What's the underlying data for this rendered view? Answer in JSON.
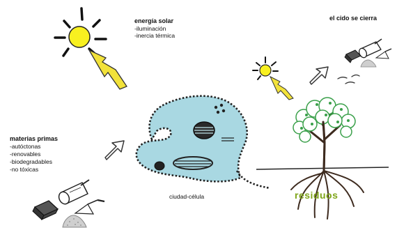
{
  "energy": {
    "title": "energía solar",
    "items": [
      "-iluminación",
      "-inercia térmica"
    ]
  },
  "cycle": {
    "title": "el cido se cierra"
  },
  "materials": {
    "title": "materias primas",
    "items": [
      "-autóctonas",
      "-renovables",
      "-biodegradables",
      "-no tóxicas"
    ]
  },
  "city": {
    "label": "ciudad-célula"
  },
  "waste": {
    "label": "residuos"
  },
  "colors": {
    "sun": "#f8f020",
    "bolt": "#f2e23a",
    "cell": "#a9d8e2",
    "tree": "#3aa04a",
    "waste_text": "#7fa51a"
  },
  "icons": [
    "sun-icon",
    "lightning-icon",
    "arrow-icon",
    "cell-icon",
    "tree-icon",
    "log-icon",
    "brick-icon",
    "trowel-icon",
    "sand-pile-icon"
  ]
}
